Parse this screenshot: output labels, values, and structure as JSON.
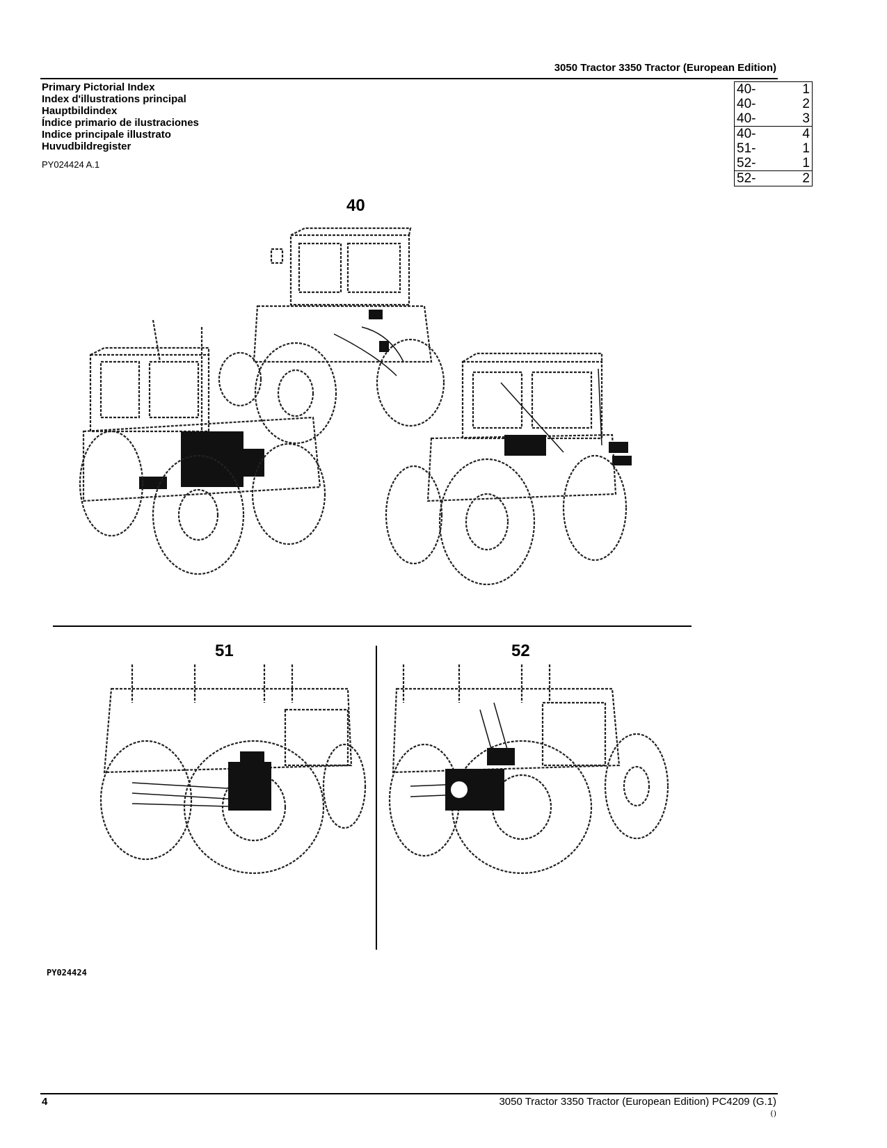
{
  "header": {
    "doc_title": "3050 Tractor 3350 Tractor (European Edition)"
  },
  "titles": [
    "Primary Pictorial Index",
    "Index d'illustrations principal",
    "Hauptbildindex",
    "Índice primario de ilustraciones",
    "Indice principale illustrato",
    "Huvudbildregister"
  ],
  "ref_code": "PY024424 A.1",
  "index_table": [
    {
      "group": "40-",
      "num": "1"
    },
    {
      "group": "40-",
      "num": "2"
    },
    {
      "group": "40-",
      "num": "3"
    },
    {
      "group": "40-",
      "num": "4"
    },
    {
      "group": "51-",
      "num": "1"
    },
    {
      "group": "52-",
      "num": "1"
    },
    {
      "group": "52-",
      "num": "2"
    }
  ],
  "figure_labels": {
    "top": "40",
    "bottom_left": "51",
    "bottom_right": "52"
  },
  "image_code": "PY024424",
  "footer": {
    "page_number": "4",
    "text": "3050 Tractor 3350 Tractor (European Edition)   PC4209   (G.1)",
    "mark": "()"
  }
}
